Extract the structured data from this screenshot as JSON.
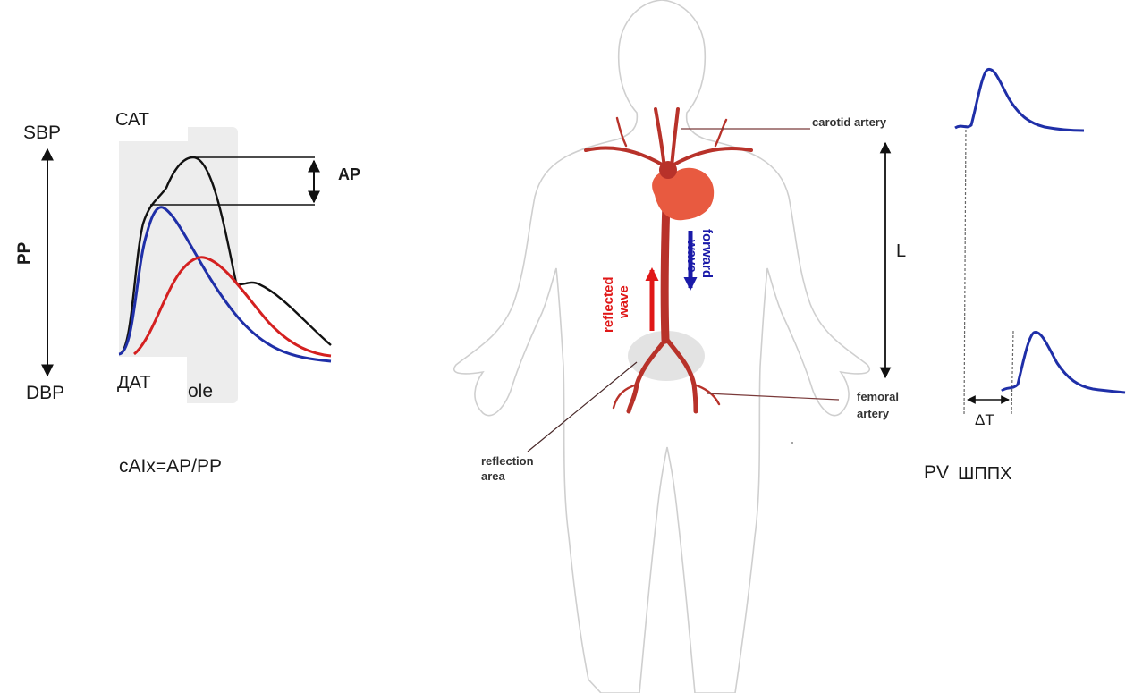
{
  "left_panel": {
    "sbp": "SBP",
    "dbp": "DBP",
    "pp": "PP",
    "cat": "САТ",
    "dat": "ДАТ",
    "ap": "AP",
    "diastole_partial": "ole",
    "formula": "cAIx=AP/PP",
    "colors": {
      "black": "#111111",
      "blue": "#1f2fa8",
      "red": "#d42020",
      "shade": "#eeeeee"
    }
  },
  "center_panel": {
    "carotid": "carotid artery",
    "femoral_line1": "femoral",
    "femoral_line2": "artery",
    "reflection_line1": "reflection",
    "reflection_line2": "area",
    "forward_line1": "forward",
    "forward_line2": "wave",
    "reflected_line1": "reflected",
    "reflected_line2": "wave",
    "colors": {
      "artery": "#b8322a",
      "heart": "#e85a40",
      "forward": "#1a1aa8",
      "reflected": "#e01818",
      "body_outline": "#c8c8c8"
    }
  },
  "right_panel": {
    "length": "L",
    "delta_t": "ΔT",
    "pwv_partial": "PV",
    "pwv_cyr": "ШППХ",
    "colors": {
      "wave": "#1f2fa8"
    }
  }
}
